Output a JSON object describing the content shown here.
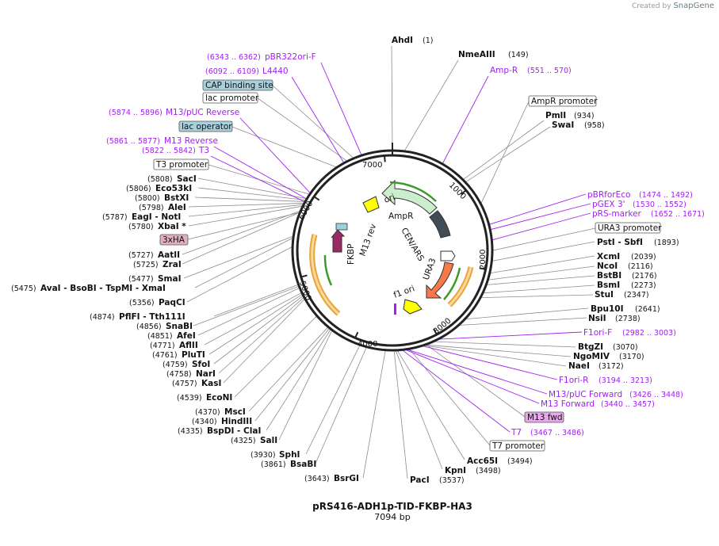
{
  "branding": {
    "prefix": "Created by",
    "name": "SnapGene"
  },
  "plasmid": {
    "name": "pRS416-ADH1p-TID-FKBP-HA3",
    "length_label": "7094 bp"
  },
  "ticks": [
    "1000",
    "2000",
    "3000",
    "4000",
    "5000",
    "6000",
    "7000"
  ],
  "inner_features": [
    "AmpR",
    "CEN/ARS",
    "URA3",
    "f1 ori",
    "ori",
    "FKBP",
    "M13 rev"
  ],
  "sites": [
    {
      "name": "AhdI",
      "pos": "(1)"
    },
    {
      "name": "NmeAIII",
      "pos": "(149)"
    },
    {
      "name": "PmlI",
      "pos": "(934)"
    },
    {
      "name": "SwaI",
      "pos": "(958)"
    },
    {
      "name": "PstI - SbfI",
      "pos": "(1893)"
    },
    {
      "name": "XcmI",
      "pos": "(2039)"
    },
    {
      "name": "NcoI",
      "pos": "(2116)"
    },
    {
      "name": "BstBI",
      "pos": "(2176)"
    },
    {
      "name": "BsmI",
      "pos": "(2273)"
    },
    {
      "name": "StuI",
      "pos": "(2347)"
    },
    {
      "name": "Bpu10I",
      "pos": "(2641)"
    },
    {
      "name": "NsiI",
      "pos": "(2738)"
    },
    {
      "name": "BtgZI",
      "pos": "(3070)"
    },
    {
      "name": "NgoMIV",
      "pos": "(3170)"
    },
    {
      "name": "NaeI",
      "pos": "(3172)"
    },
    {
      "name": "Acc65I",
      "pos": "(3494)"
    },
    {
      "name": "KpnI",
      "pos": "(3498)"
    },
    {
      "name": "PacI",
      "pos": "(3537)"
    },
    {
      "name": "BsrGI",
      "pos": "(3643)"
    },
    {
      "name": "BsaBI",
      "pos": "(3861)"
    },
    {
      "name": "SphI",
      "pos": "(3930)"
    },
    {
      "name": "SalI",
      "pos": "(4325)"
    },
    {
      "name": "BspDI - ClaI",
      "pos": "(4335)"
    },
    {
      "name": "HindIII",
      "pos": "(4340)"
    },
    {
      "name": "MscI",
      "pos": "(4370)"
    },
    {
      "name": "EcoNI",
      "pos": "(4539)"
    },
    {
      "name": "KasI",
      "pos": "(4757)"
    },
    {
      "name": "NarI",
      "pos": "(4758)"
    },
    {
      "name": "SfoI",
      "pos": "(4759)"
    },
    {
      "name": "PluTI",
      "pos": "(4761)"
    },
    {
      "name": "AflII",
      "pos": "(4771)"
    },
    {
      "name": "AfeI",
      "pos": "(4851)"
    },
    {
      "name": "SnaBI",
      "pos": "(4856)"
    },
    {
      "name": "PflFI - Tth111I",
      "pos": "(4874)"
    },
    {
      "name": "PaqCI",
      "pos": "(5356)"
    },
    {
      "name": "AvaI - BsoBI - TspMI - XmaI",
      "pos": "(5475)"
    },
    {
      "name": "SmaI",
      "pos": "(5477)"
    },
    {
      "name": "ZraI",
      "pos": "(5725)"
    },
    {
      "name": "AatII",
      "pos": "(5727)"
    },
    {
      "name": "XbaI *",
      "pos": "(5780)"
    },
    {
      "name": "EagI - NotI",
      "pos": "(5787)"
    },
    {
      "name": "AleI",
      "pos": "(5798)"
    },
    {
      "name": "BstXI",
      "pos": "(5800)"
    },
    {
      "name": "Eco53kI",
      "pos": "(5806)"
    },
    {
      "name": "SacI",
      "pos": "(5808)"
    }
  ],
  "primers": [
    {
      "name": "pBR322ori-F",
      "range": "(6343 .. 6362)"
    },
    {
      "name": "L4440",
      "range": "(6092 .. 6109)"
    },
    {
      "name": "M13/pUC Reverse",
      "range": "(5874 .. 5896)"
    },
    {
      "name": "M13 Reverse",
      "range": "(5861 .. 5877)"
    },
    {
      "name": "T3",
      "range": "(5822 .. 5842)"
    },
    {
      "name": "Amp-R",
      "range": "(551 .. 570)"
    },
    {
      "name": "pBRforEco",
      "range": "(1474 .. 1492)"
    },
    {
      "name": "pGEX 3'",
      "range": "(1530 .. 1552)"
    },
    {
      "name": "pRS-marker",
      "range": "(1652 .. 1671)"
    },
    {
      "name": "F1ori-F",
      "range": "(2982 .. 3003)"
    },
    {
      "name": "F1ori-R",
      "range": "(3194 .. 3213)"
    },
    {
      "name": "M13/pUC Forward",
      "range": "(3426 .. 3448)"
    },
    {
      "name": "M13 Forward",
      "range": "(3440 .. 3457)"
    },
    {
      "name": "T7",
      "range": "(3467 .. 3486)"
    }
  ],
  "features": [
    {
      "name": "CAP binding site"
    },
    {
      "name": "lac promoter"
    },
    {
      "name": "lac operator"
    },
    {
      "name": "T3 promoter"
    },
    {
      "name": "3xHA"
    },
    {
      "name": "AmpR promoter"
    },
    {
      "name": "URA3 promoter"
    },
    {
      "name": "M13 fwd"
    },
    {
      "name": "T7 promoter"
    }
  ]
}
